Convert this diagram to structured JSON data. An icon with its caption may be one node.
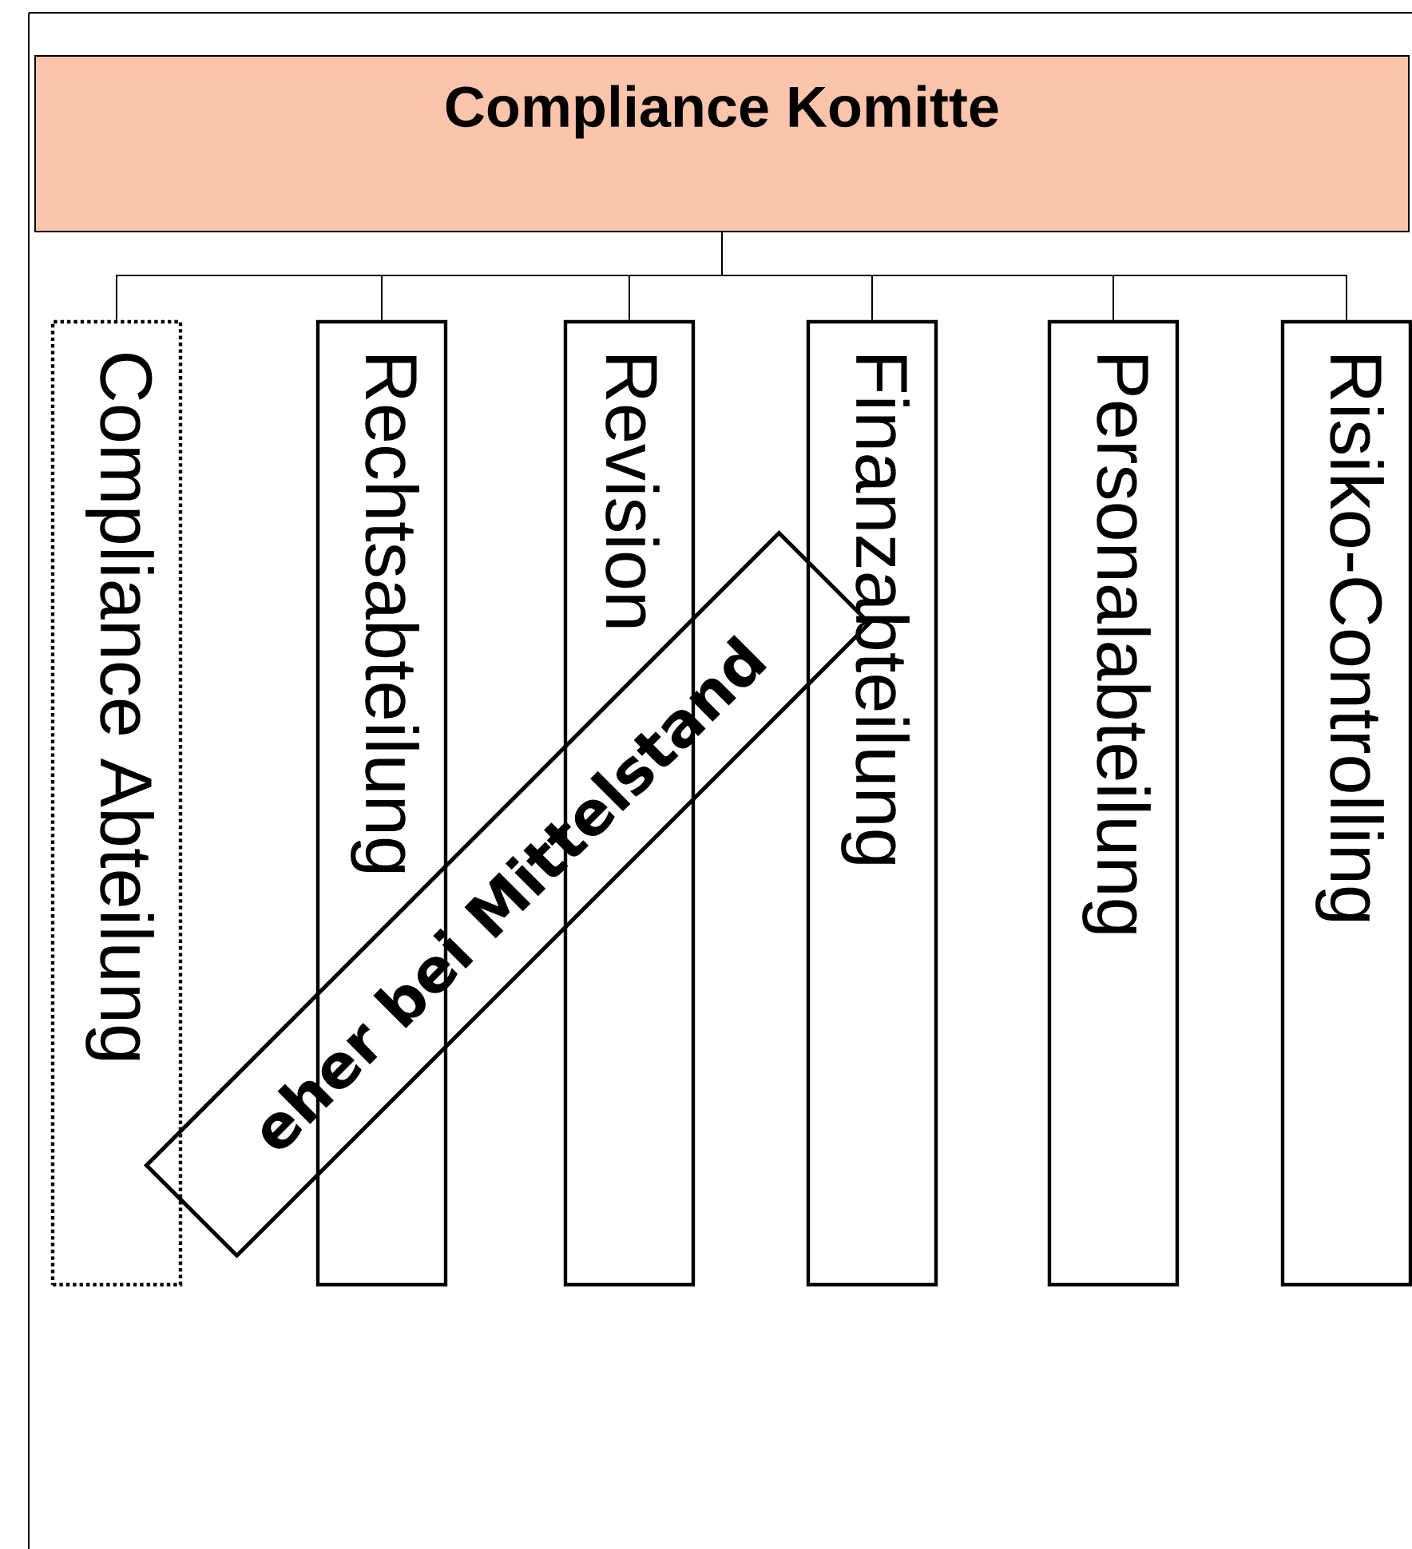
{
  "diagram": {
    "nodes": [
      {
        "text": [
          "Compliance Komitte"
        ]
      },
      {
        "text": [
          "Compliance Abteilung"
        ]
      },
      {
        "text": [
          "Rechtsabteilung"
        ]
      },
      {
        "text": [
          "Revision"
        ]
      },
      {
        "text": [
          "Finanzabteilung"
        ]
      },
      {
        "text": [
          "Personalabteilung"
        ]
      },
      {
        "text": [
          "Risiko-Controlling"
        ]
      },
      {
        "text": [
          "eher bei Mittelstand"
        ]
      }
    ],
    "edges": [
      {
        "from": 0,
        "to": 1,
        "arrow": "none"
      },
      {
        "from": 0,
        "to": 2,
        "arrow": "none"
      },
      {
        "from": 0,
        "to": 3,
        "arrow": "none"
      },
      {
        "from": 0,
        "to": 4,
        "arrow": "none"
      },
      {
        "from": 0,
        "to": 5,
        "arrow": "none"
      },
      {
        "from": 0,
        "to": 6,
        "arrow": "none"
      }
    ]
  }
}
